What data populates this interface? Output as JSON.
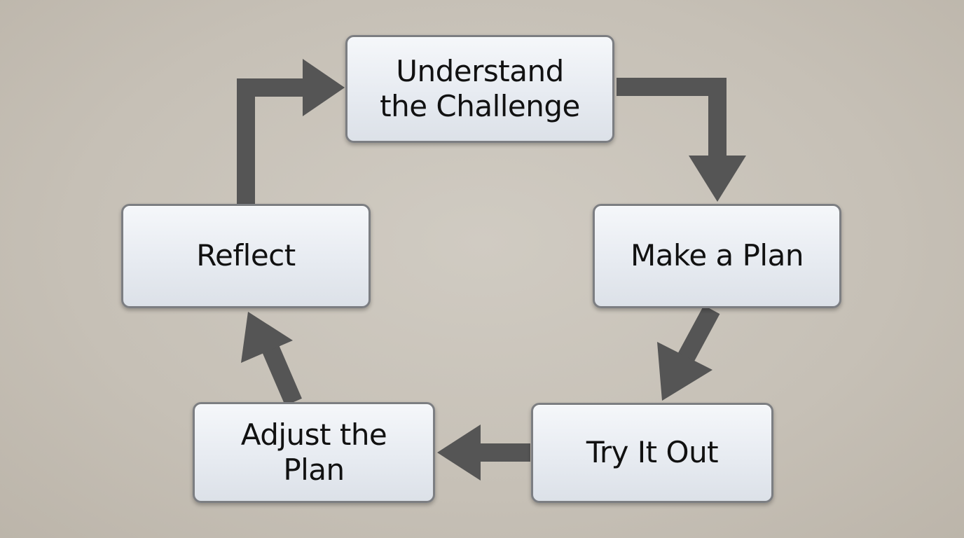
{
  "diagram": {
    "nodes": [
      {
        "id": "understand",
        "label": "Understand\nthe Challenge"
      },
      {
        "id": "plan",
        "label": "Make a Plan"
      },
      {
        "id": "try",
        "label": "Try It Out"
      },
      {
        "id": "adjust",
        "label": "Adjust the\nPlan"
      },
      {
        "id": "reflect",
        "label": "Reflect"
      }
    ],
    "edges": [
      {
        "from": "understand",
        "to": "plan"
      },
      {
        "from": "plan",
        "to": "try"
      },
      {
        "from": "try",
        "to": "adjust"
      },
      {
        "from": "adjust",
        "to": "reflect"
      },
      {
        "from": "reflect",
        "to": "understand"
      }
    ],
    "colors": {
      "background": "#c9c3b9",
      "arrow": "#555555",
      "node_fill": "#e7ebf1",
      "node_border": "#7c7e82",
      "text": "#111111"
    }
  }
}
